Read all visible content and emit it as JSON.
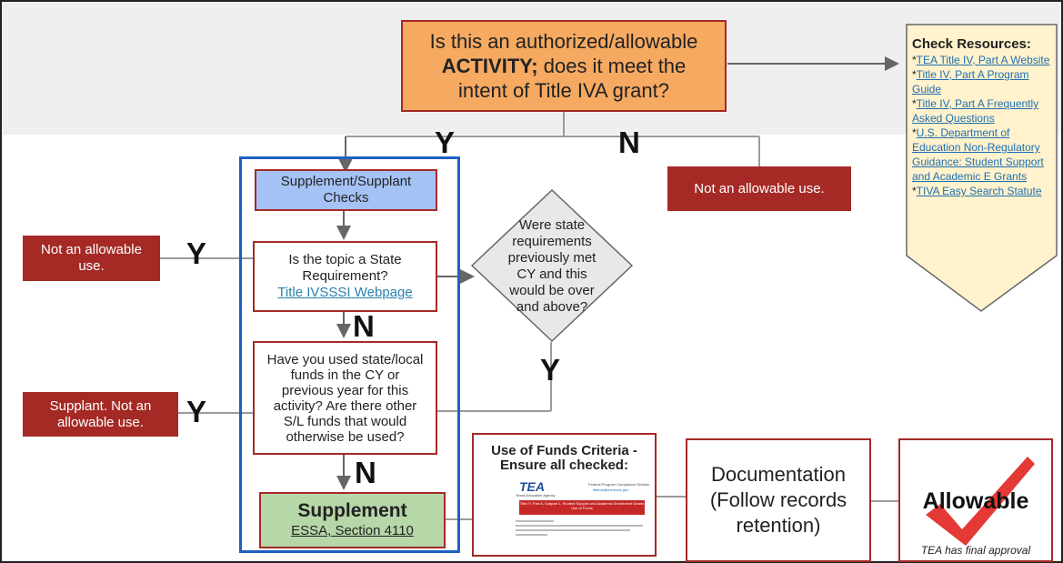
{
  "top_question": {
    "line1": "Is this an authorized/allowable",
    "bold": "ACTIVITY;",
    "line2_rest": " does it meet the",
    "line3": "intent of Title IVA grant?"
  },
  "resources": {
    "title": "Check Resources:",
    "items": [
      {
        "prefix": "*",
        "text": "TEA Title IV, Part A Website"
      },
      {
        "prefix": "*",
        "text": "Title IV, Part A Program Guide"
      },
      {
        "prefix": "*",
        "text": "Title IV, Part A Frequently Asked Questions"
      },
      {
        "prefix": "*",
        "text": "U.S. Department of Education Non-Regulatory Guidance: Student Support and Academic E Grants"
      },
      {
        "prefix": "*",
        "text": "TIVA Easy Search Statute"
      }
    ]
  },
  "labels": {
    "yes": "Y",
    "no": "N"
  },
  "not_allowable_right": "Not an allowable use.",
  "supplement_checks": "Supplement/Supplant Checks",
  "not_allowable_left": "Not an allowable use.",
  "state_requirement": {
    "text": "Is the topic a State Requirement?",
    "link": "Title IVSSSI Webpage"
  },
  "diamond": "Were state requirements previously met CY and this would be over and above?",
  "funds_question": "Have you used state/local funds in the CY or previous year for this activity? Are there other S/L funds that would otherwise be used?",
  "supplant_box": "Supplant. Not an allowable use.",
  "supplement": {
    "title": "Supplement",
    "link": "ESSA, Section 4110"
  },
  "use_of_funds": {
    "title": "Use of Funds Criteria - Ensure all checked:",
    "doc_logo": "TEA",
    "doc_logo_sub": "Texas Education Agency",
    "doc_header_right": "Federal Program Compliance Division",
    "doc_header_link": "titleiva@tea.texas.gov",
    "doc_banner": "Title IV, Part A, Subpart 1, Student Support and Academic Enrichment Grants",
    "doc_banner2": "Use of Funds"
  },
  "documentation": "Documentation (Follow records retention)",
  "allowable": {
    "title": "Allowable",
    "note": "TEA has final approval"
  }
}
